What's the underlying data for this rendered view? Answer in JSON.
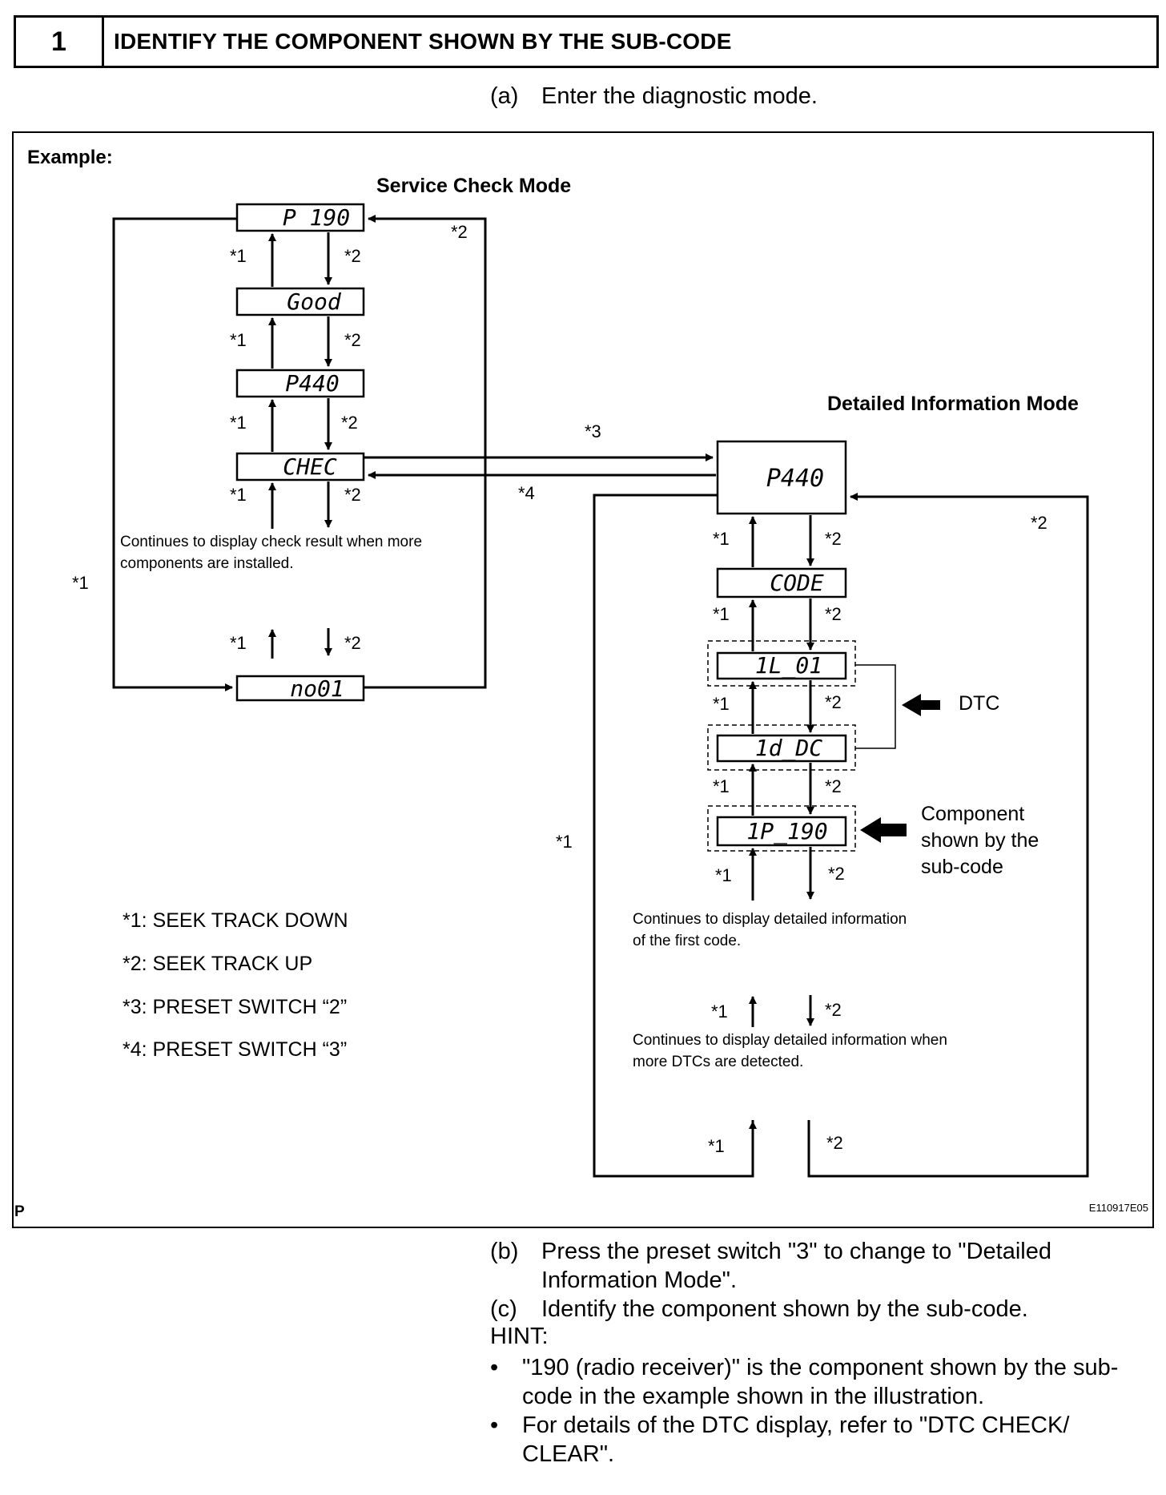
{
  "header": {
    "number": "1",
    "title": "IDENTIFY THE COMPONENT SHOWN BY THE SUB-CODE"
  },
  "steps_before": [
    {
      "label": "(a)",
      "text": "Enter the diagnostic mode."
    }
  ],
  "figure": {
    "example_label": "Example:",
    "service_mode_title": "Service Check Mode",
    "detailed_mode_title": "Detailed Information Mode",
    "service_displays": [
      "P 190",
      "Good",
      "P440",
      "CHEC",
      "no01"
    ],
    "detailed_displays": [
      "P440",
      "CODE",
      "1L_01",
      "1d_DC",
      "1P_190"
    ],
    "notes": {
      "service_continue": [
        "Continues to display check result when more",
        "components are installed."
      ],
      "detail_continue_1": [
        "Continues to display detailed information",
        "of the first code."
      ],
      "detail_continue_2": [
        "Continues to display detailed information when",
        "more DTCs are detected."
      ]
    },
    "callouts": {
      "dtc": "DTC",
      "component": [
        "Component",
        "shown by the",
        "sub-code"
      ]
    },
    "marks": {
      "m1": "*1",
      "m2": "*2",
      "m3": "*3",
      "m4": "*4"
    },
    "legend": [
      "*1: SEEK TRACK DOWN",
      "*2: SEEK TRACK UP",
      "*3: PRESET SWITCH “2”",
      "*4: PRESET SWITCH “3”"
    ],
    "corner_left": "P",
    "figure_id": "E110917E05"
  },
  "steps_after": [
    {
      "label": "(b)",
      "lines": [
        "Press the preset switch \"3\" to change to \"Detailed",
        "Information Mode\"."
      ]
    },
    {
      "label": "(c)",
      "lines": [
        "Identify the component shown by the sub-code."
      ]
    }
  ],
  "hint_label": "HINT:",
  "hints": [
    {
      "lines": [
        "\"190 (radio receiver)\" is the component shown by the sub-",
        "code in the example shown in the illustration."
      ]
    },
    {
      "lines": [
        "For details of the DTC display, refer to \"DTC CHECK/",
        "CLEAR\"."
      ]
    }
  ]
}
